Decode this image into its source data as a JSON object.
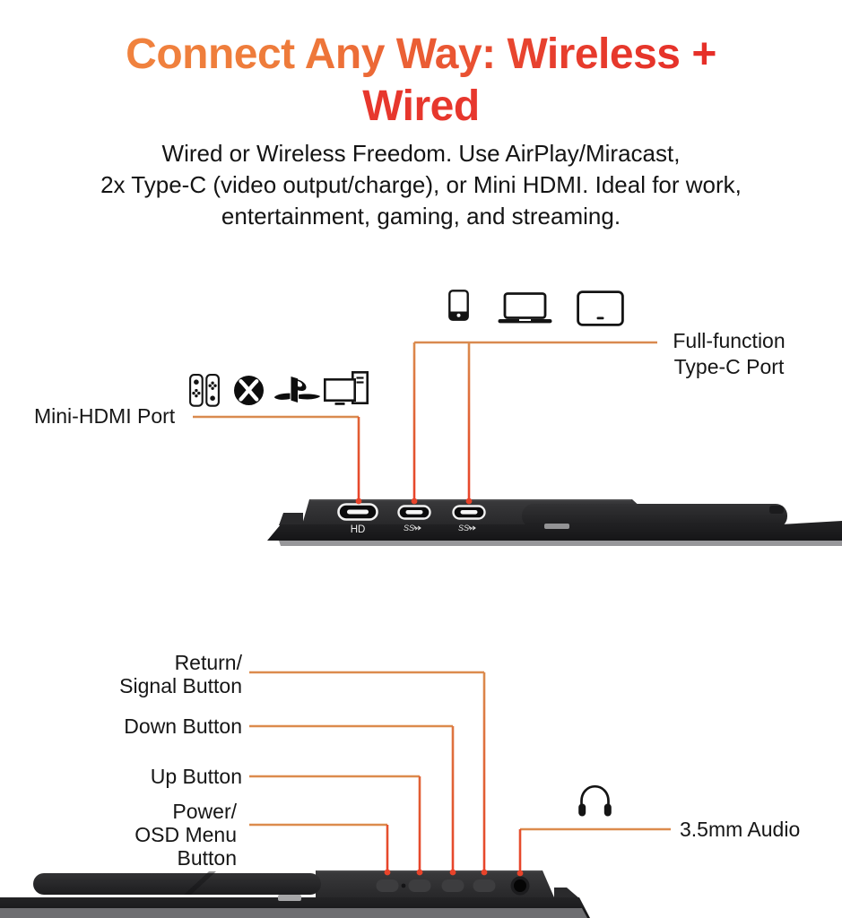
{
  "header": {
    "title_line1": "Connect Any Way: Wireless +",
    "title_line2": "Wired",
    "subtitle_line1": "Wired or Wireless Freedom. Use AirPlay/Miracast,",
    "subtitle_line2": "2x Type-C (video output/charge), or Mini HDMI. Ideal for work,",
    "subtitle_line3": "entertainment, gaming, and streaming."
  },
  "top_diagram": {
    "full_function_line1": "Full-function",
    "full_function_line2": "Type-C Port",
    "mini_hdmi_label": "Mini-HDMI Port",
    "hdmi_port_text": "HD",
    "usb_port_text_1": "SS",
    "usb_port_text_2": "SS",
    "device_icons": [
      "smartphone",
      "laptop",
      "tablet"
    ],
    "console_icons": [
      "nintendo-switch",
      "xbox",
      "playstation",
      "desktop-pc"
    ]
  },
  "bottom_diagram": {
    "return_line1": "Return/",
    "return_line2": "Signal Button",
    "down_label": "Down Button",
    "up_label": "Up Button",
    "power_line1": "Power/",
    "power_line2": "OSD Menu Button",
    "audio_label": "3.5mm Audio",
    "headphones_icon": "headphones"
  },
  "colors": {
    "title_orange": "#F0823E",
    "title_red": "#E62E28",
    "leader_orange": "#DB8A4C",
    "leader_red": "#E8432A",
    "device_black": "#232325"
  }
}
